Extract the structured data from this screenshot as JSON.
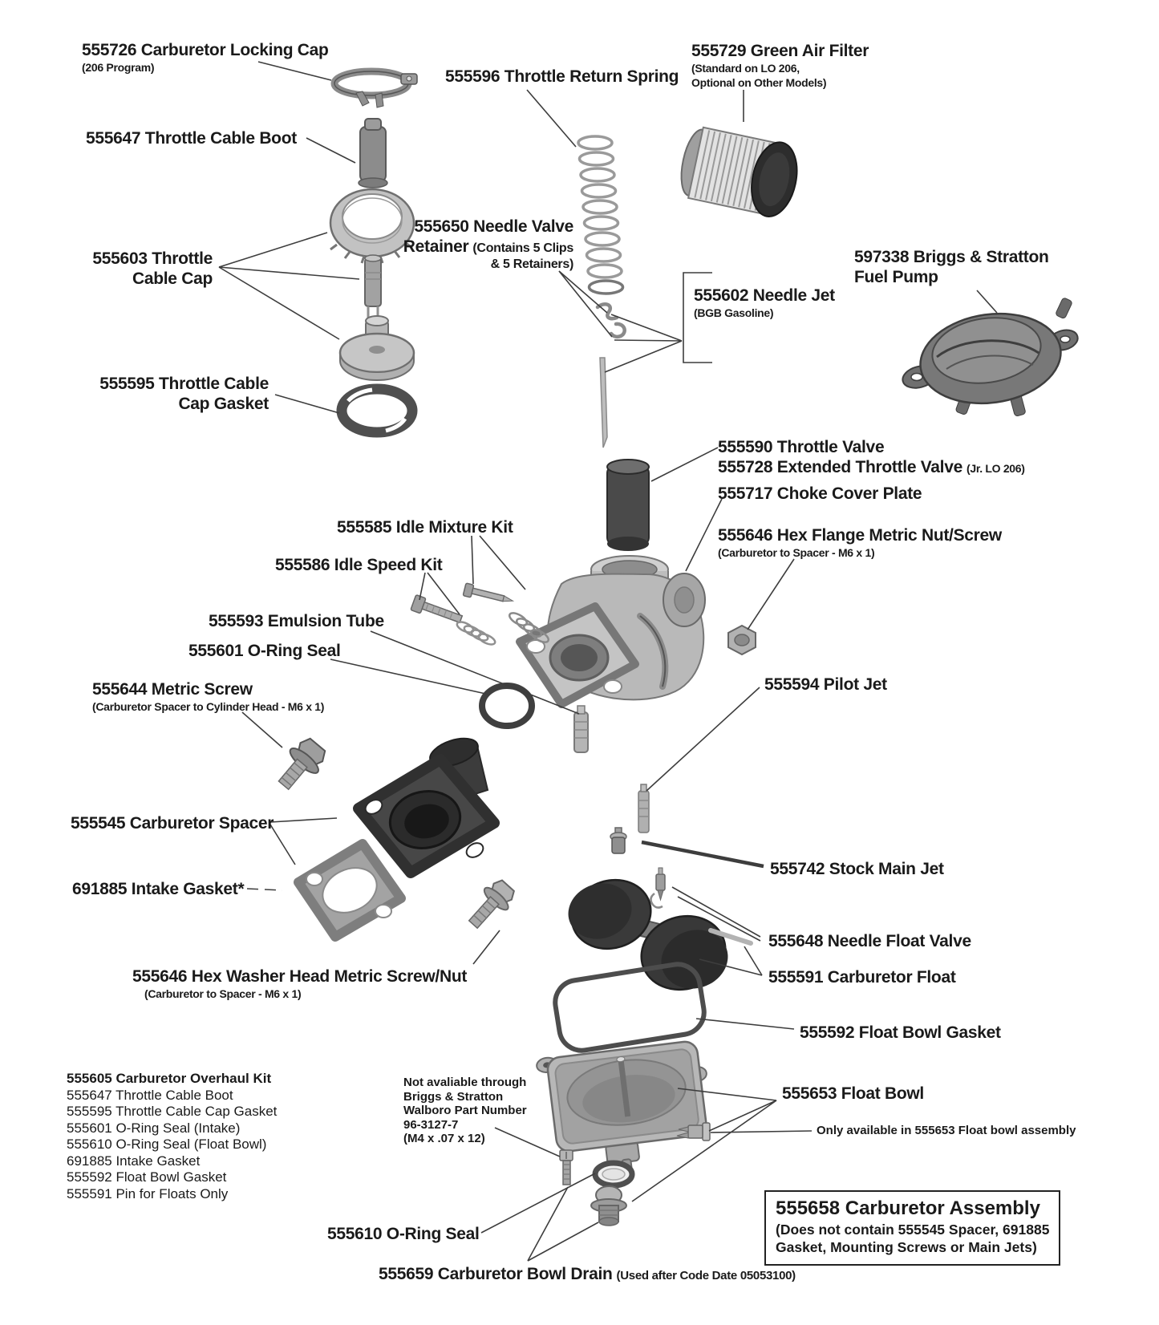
{
  "diagram": {
    "parts": {
      "locking_cap": {
        "label": "555726 Carburetor Locking Cap",
        "note": "(206 Program)"
      },
      "cable_boot": {
        "label": "555647 Throttle Cable Boot"
      },
      "cable_cap": {
        "label_line1": "555603 Throttle",
        "label_line2": "Cable Cap"
      },
      "cap_gasket": {
        "label_line1": "555595 Throttle Cable",
        "label_line2": "Cap Gasket"
      },
      "return_spring": {
        "label": "555596 Throttle Return Spring"
      },
      "needle_valve_retainer": {
        "label_line1": "555650 Needle Valve",
        "label_line2_bold": "Retainer",
        "label_line2_note": "(Contains 5 Clips",
        "label_line3_note": "& 5 Retainers)"
      },
      "air_filter": {
        "label": "555729 Green Air Filter",
        "note_line1": "(Standard on LO 206,",
        "note_line2": "Optional on Other Models)"
      },
      "fuel_pump": {
        "label_line1": "597338 Briggs & Stratton",
        "label_line2": "Fuel Pump"
      },
      "needle_jet": {
        "label": "555602 Needle Jet",
        "note": "(BGB Gasoline)"
      },
      "throttle_valve": {
        "label": "555590 Throttle Valve"
      },
      "extended_throttle_valve": {
        "label": "555728 Extended Throttle Valve",
        "note": "(Jr. LO 206)"
      },
      "choke_cover_plate": {
        "label": "555717 Choke Cover Plate"
      },
      "hex_flange_nut": {
        "label": "555646 Hex Flange Metric Nut/Screw",
        "note": "(Carburetor to Spacer - M6 x 1)"
      },
      "idle_mixture_kit": {
        "label": "555585 Idle Mixture Kit"
      },
      "idle_speed_kit": {
        "label": "555586 Idle Speed Kit"
      },
      "emulsion_tube": {
        "label": "555593 Emulsion Tube"
      },
      "oring_intake": {
        "label": "555601 O-Ring Seal"
      },
      "metric_screw": {
        "label": "555644 Metric Screw",
        "note": "(Carburetor Spacer to Cylinder Head - M6 x 1)"
      },
      "pilot_jet": {
        "label": "555594 Pilot Jet"
      },
      "carb_spacer": {
        "label": "555545 Carburetor Spacer"
      },
      "intake_gasket": {
        "label": "691885 Intake Gasket*"
      },
      "stock_main_jet": {
        "label": "555742 Stock Main Jet"
      },
      "hex_washer_screw": {
        "label": "555646 Hex Washer Head Metric Screw/Nut",
        "note": "(Carburetor to Spacer - M6 x 1)"
      },
      "needle_float_valve": {
        "label": "555648 Needle Float Valve"
      },
      "carb_float": {
        "label": "555591 Carburetor Float"
      },
      "float_bowl_gasket": {
        "label": "555592 Float Bowl Gasket"
      },
      "float_bowl": {
        "label": "555653 Float Bowl",
        "note": "Only available in 555653 Float bowl assembly"
      },
      "oring_float_bowl": {
        "label": "555610 O-Ring Seal"
      },
      "bowl_drain": {
        "label": "555659 Carburetor Bowl Drain",
        "note": "(Used after Code Date 05053100)"
      }
    },
    "overhaul_kit": {
      "title": "555605 Carburetor Overhaul Kit",
      "items": [
        "555647 Throttle Cable Boot",
        "555595 Throttle Cable Cap Gasket",
        "555601 O-Ring Seal (Intake)",
        "555610 O-Ring Seal (Float Bowl)",
        "691885 Intake Gasket",
        "555592 Float Bowl Gasket",
        "555591 Pin for Floats Only"
      ]
    },
    "availability_note": {
      "lines": [
        "Not avaliable through",
        "Briggs & Stratton",
        "Walboro Part Number",
        "96-3127-7",
        "(M4 x .07 x 12)"
      ]
    },
    "assembly_box": {
      "title": "555658 Carburetor Assembly",
      "line2": "(Does not contain 555545 Spacer, 691885",
      "line3": "Gasket, Mounting Screws or Main Jets)"
    },
    "colors": {
      "background": "#ffffff",
      "text": "#1a1a1a",
      "leader_line": "#3d3d3d"
    }
  }
}
